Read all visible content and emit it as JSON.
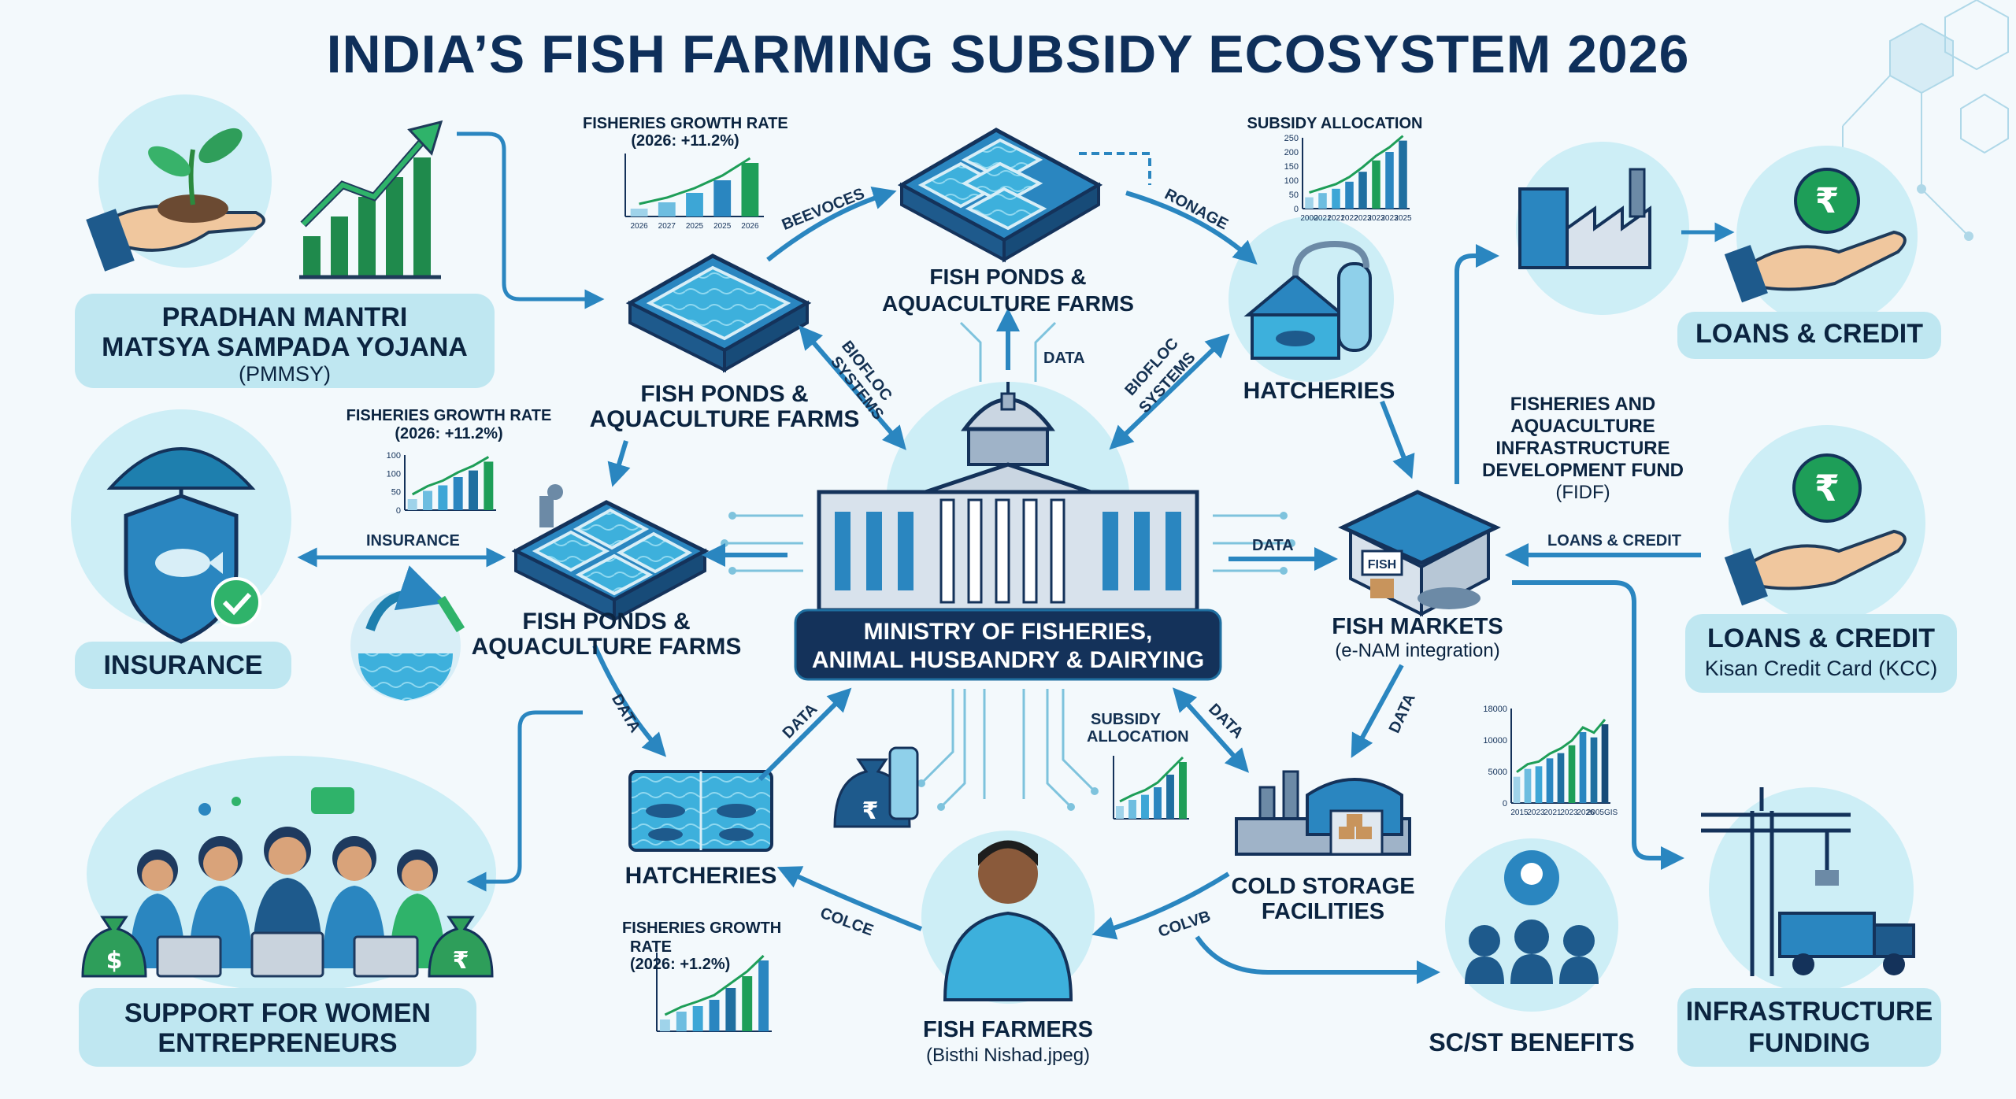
{
  "title": "INDIA’S FISH FARMING SUBSIDY ECOSYSTEM 2026",
  "center": {
    "line1": "MINISTRY OF FISHERIES,",
    "line2": "ANIMAL HUSBANDRY & DAIRYING"
  },
  "nodes": {
    "pmmsy": {
      "line1": "PRADHAN MANTRI",
      "line2": "MATSYA SAMPADA YOJANA",
      "line3": "(PMMSY)"
    },
    "insurance": {
      "label": "INSURANCE"
    },
    "women": {
      "line1": "SUPPORT FOR WOMEN",
      "line2": "ENTREPRENEURS"
    },
    "ponds_top_center": {
      "line1": "FISH PONDS &",
      "line2": "AQUACULTURE FARMS"
    },
    "ponds_left_upper": {
      "line1": "FISH PONDS &",
      "line2": "AQUACULTURE FARMS"
    },
    "ponds_left_mid": {
      "line1": "FISH PONDS &",
      "line2": "AQUACULTURE FARMS"
    },
    "hatcheries_top": {
      "label": "HATCHERIES"
    },
    "hatcheries_bottom": {
      "label": "HATCHERIES"
    },
    "fish_markets": {
      "line1": "FISH MARKETS",
      "line2": "(e-NAM integration)"
    },
    "cold_storage": {
      "line1": "COLD STORAGE",
      "line2": "FACILITIES"
    },
    "fish_farmers": {
      "line1": "FISH FARMERS",
      "line2": "(Bisthi Nishad.jpeg)"
    },
    "scst": {
      "label": "SC/ST BENEFITS"
    },
    "fidf": {
      "line1": "FISHERIES AND",
      "line2": "AQUACULTURE",
      "line3": "INFRASTRUCTURE",
      "line4": "DEVELOPMENT FUND",
      "line5": "(FIDF)"
    },
    "loans_top": {
      "label": "LOANS & CREDIT"
    },
    "loans_kcc": {
      "line1": "LOANS & CREDIT",
      "line2": "Kisan Credit Card (KCC)"
    },
    "infra": {
      "line1": "INFRASTRUCTURE",
      "line2": "FUNDING"
    }
  },
  "arrow_labels": {
    "beevoces": "BEEVOCES",
    "ronage": "RONAGE",
    "data_up": "DATA",
    "biofloc_left_1": "BIOFLOC",
    "biofloc_left_2": "SYSTEMS",
    "biofloc_right_1": "BIOFLOC",
    "biofloc_right_2": "SYSTEMS",
    "insurance_arrow": "INSURANCE",
    "data_right": "DATA",
    "loans_arrow": "LOANS & CREDIT",
    "data_left_down": "DATA",
    "data_center_left": "DATA",
    "data_center_right": "DATA",
    "data_right_down": "DATA",
    "colce": "COLCE",
    "colvb": "COLVB",
    "subsidy_alloc_1": "SUBSIDY",
    "subsidy_alloc_2": "ALLOCATION"
  },
  "chart_labels": {
    "growth_top_1": "FISHERIES GROWTH RATE",
    "growth_top_2": "(2026: +11.2%)",
    "growth_left_1": "FISHERIES GROWTH RATE",
    "growth_left_2": "(2026: +11.2%)",
    "growth_bottom_1": "FISHERIES GROWTH",
    "growth_bottom_2": "RATE",
    "growth_bottom_3": "(2026: +1.2%)",
    "subsidy_top": "SUBSIDY ALLOCATION"
  },
  "chart_data": [
    {
      "type": "bar",
      "title": "FISHERIES GROWTH RATE (2026: +11.2%)",
      "categories": [
        "2026",
        "2027",
        "2025",
        "2025",
        "2026"
      ],
      "values": [
        10,
        18,
        30,
        46,
        68
      ],
      "ylim": [
        0,
        80
      ]
    },
    {
      "type": "bar",
      "title": "SUBSIDY ALLOCATION",
      "categories": [
        "2000",
        "2021",
        "2021",
        "2022",
        "2023",
        "2023",
        "2023",
        "2025"
      ],
      "values": [
        40,
        55,
        70,
        95,
        130,
        170,
        200,
        240
      ],
      "y_ticks": [
        "0",
        "50",
        "100",
        "150",
        "200",
        "250"
      ],
      "ylim": [
        0,
        250
      ]
    },
    {
      "type": "bar",
      "title": "FISHERIES GROWTH RATE (2026: +11.2%)",
      "values": [
        20,
        35,
        45,
        60,
        72,
        88
      ],
      "y_ticks": [
        "0",
        "50",
        "100",
        "100"
      ],
      "ylim": [
        0,
        100
      ]
    },
    {
      "type": "bar",
      "title": "FISHERIES GROWTH RATE (2026: +1.2%)",
      "values": [
        15,
        25,
        32,
        40,
        55,
        70,
        90
      ],
      "ylim": [
        0,
        100
      ]
    },
    {
      "type": "bar",
      "title": "SUBSIDY ALLOCATION",
      "values": [
        20,
        30,
        38,
        50,
        70,
        90
      ],
      "ylim": [
        0,
        100
      ]
    },
    {
      "type": "bar",
      "categories": [
        "2015",
        "2023",
        "2021",
        "2023",
        "2026",
        "2005GIS"
      ],
      "values": [
        5000,
        6500,
        7000,
        8500,
        9500,
        11000,
        13500,
        12500,
        15000
      ],
      "y_ticks": [
        "0",
        "5000",
        "10000",
        "18000"
      ],
      "ylim": [
        0,
        18000
      ]
    }
  ],
  "colors": {
    "navy": "#0e2f5a",
    "teal": "#bfe7f1",
    "blue": "#2a86c0",
    "green": "#1e9e58",
    "dark_box": "#14325a"
  }
}
